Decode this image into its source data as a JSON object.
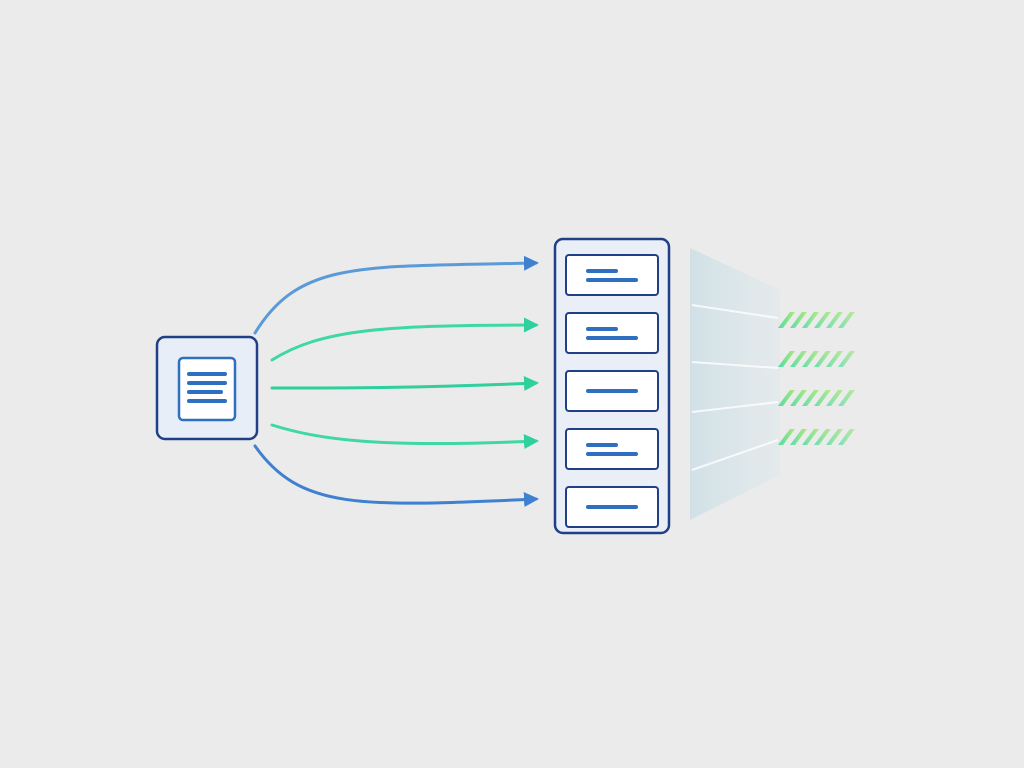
{
  "diagram": {
    "type": "fan-out",
    "source": {
      "icon": "document-icon"
    },
    "connectors": [
      {
        "color": "#5a9ad8",
        "target": 0
      },
      {
        "color": "#3ed8a2",
        "target": 1
      },
      {
        "color": "#2fcf9e",
        "target": 2
      },
      {
        "color": "#3ed8a2",
        "target": 3
      },
      {
        "color": "#3f80d0",
        "target": 4
      }
    ],
    "target_stack": {
      "slots": [
        {
          "icon": "text-lines-icon",
          "lines": 2
        },
        {
          "icon": "text-lines-icon",
          "lines": 2
        },
        {
          "icon": "text-lines-icon",
          "lines": 1
        },
        {
          "icon": "text-lines-icon",
          "lines": 2
        },
        {
          "icon": "text-lines-icon",
          "lines": 1
        }
      ]
    },
    "output_stripes": 4
  },
  "colors": {
    "background": "#ebebeb",
    "outline": "#1f3f86",
    "accent_blue": "#2f6fc0",
    "accent_green": "#3fd9a0",
    "card_fill": "#f3f6fb"
  }
}
